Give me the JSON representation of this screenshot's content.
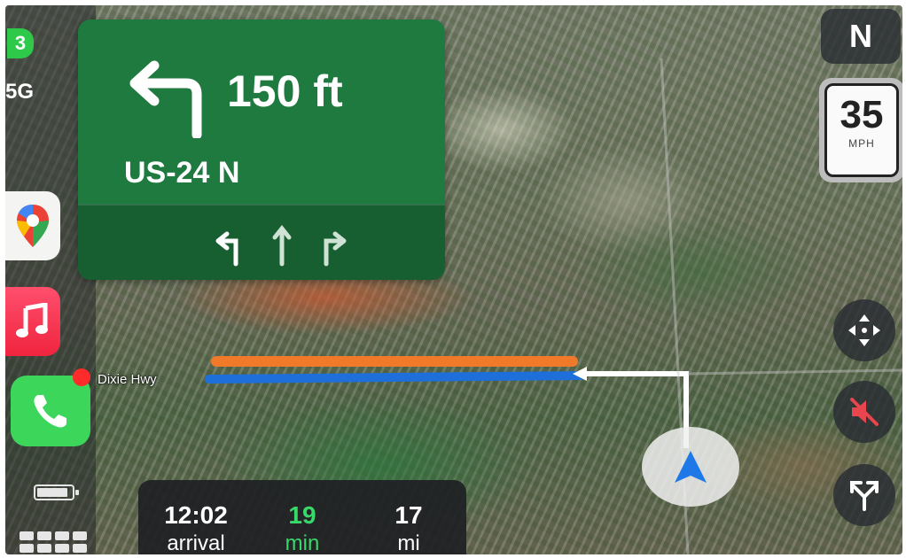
{
  "status_bar": {
    "badge_text": "3",
    "signal": "5G"
  },
  "guidance": {
    "distance": "150 ft",
    "road": "US-24 N",
    "lanes": [
      "left-turn",
      "straight",
      "right-turn"
    ]
  },
  "compass": {
    "heading": "N"
  },
  "speed_limit": {
    "value": "35",
    "unit": "MPH"
  },
  "map": {
    "street_label": "Dixie Hwy"
  },
  "trip": {
    "arrival_time": "12:02",
    "arrival_label": "arrival",
    "duration_value": "19",
    "duration_unit": "min",
    "distance_value": "17",
    "distance_unit": "mi"
  },
  "colors": {
    "sign_green": "#1f7a3f",
    "route_blue": "#1e6fd9",
    "traffic_orange": "#f07a2a",
    "eta_green": "#38d86a"
  },
  "icons": {
    "turn": "turn-left-icon",
    "pan": "pan-arrows-icon",
    "mute": "speaker-muted-icon",
    "routes": "route-fork-icon",
    "position": "navigation-arrow-icon"
  }
}
